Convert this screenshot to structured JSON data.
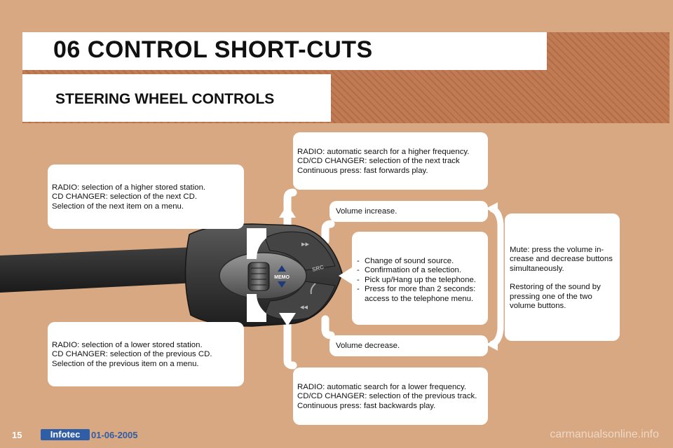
{
  "header": {
    "title": "06 CONTROL SHORT-CUTS",
    "subtitle": "STEERING WHEEL CONTROLS"
  },
  "callouts": {
    "higher_station": [
      "RADIO: selection of a higher stored station.",
      "CD CHANGER: selection of the next CD.",
      "Selection of the next item on a menu."
    ],
    "lower_station": [
      "RADIO: selection of a lower stored station.",
      "CD CHANGER: selection of the previous CD.",
      "Selection of the previous item on a menu."
    ],
    "search_higher": [
      "RADIO: automatic search for a higher frequency.",
      "CD/CD CHANGER: selection of the next track",
      "Continuous press: fast forwards play."
    ],
    "search_lower": [
      "RADIO: automatic search for a lower frequency.",
      "CD/CD CHANGER: selection of the previous track.",
      "Continuous press: fast backwards play."
    ],
    "volume_up": "Volume increase.",
    "volume_down": "Volume decrease.",
    "source": [
      "Change of sound source.",
      "Confirmation of a selection.",
      "Pick up/Hang up the telephone.",
      "Press for more than 2 seconds: access to the telephone menu."
    ],
    "mute": [
      "Mute: press the volume in-crease and decrease buttons simultaneously.",
      "Restoring of the sound by pressing one of the two volume buttons."
    ]
  },
  "stalk": {
    "memo_label": "MEMO",
    "src_label": "SRC"
  },
  "footer": {
    "page_number": "15",
    "logo_text": "Infotec",
    "date": "01-06-2005",
    "watermark": "carmanualsonline.info"
  }
}
